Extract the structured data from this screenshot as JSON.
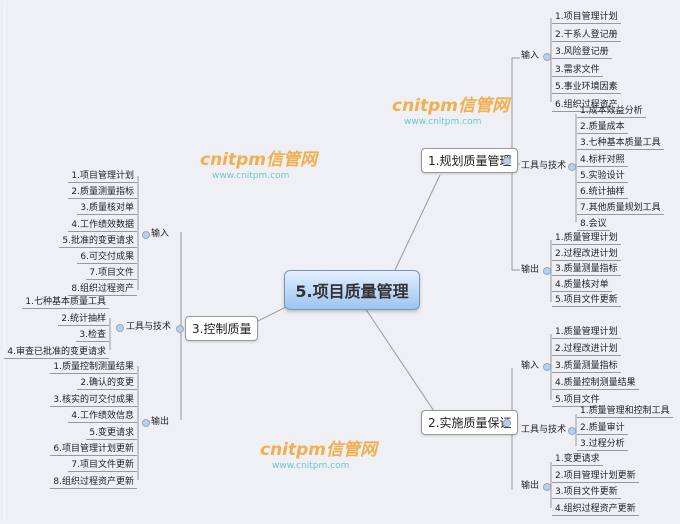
{
  "central": {
    "label": "5.项目质量管理"
  },
  "branches": {
    "plan": {
      "label": "1.规划质量管理",
      "input": {
        "label": "输入",
        "items": [
          "1.项目管理计划",
          "2.干系人登记册",
          "3.风险登记册",
          "3.需求文件",
          "5.事业环境因素",
          "6.组织过程资产"
        ]
      },
      "tools": {
        "label": "工具与技术",
        "items": [
          "1.成本效益分析",
          "2.质量成本",
          "3.七种基本质量工具",
          "4.标杆对照",
          "5.实验设计",
          "6.统计抽样",
          "7.其他质量规划工具",
          "8.会议"
        ]
      },
      "output": {
        "label": "输出",
        "items": [
          "1.质量管理计划",
          "2.过程改进计划",
          "3.质量测量指标",
          "4.质量核对单",
          "5.项目文件更新"
        ]
      }
    },
    "assure": {
      "label": "2.实施质量保证",
      "input": {
        "label": "输入",
        "items": [
          "1.质量管理计划",
          "2.过程改进计划",
          "3.质量测量指标",
          "4.质量控制测量结果",
          "5.项目文件"
        ]
      },
      "tools": {
        "label": "工具与技术",
        "items": [
          "1.质量管理和控制工具",
          "2.质量审计",
          "3.过程分析"
        ]
      },
      "output": {
        "label": "输出",
        "items": [
          "1.变更请求",
          "2.项目管理计划更新",
          "3.项目文件更新",
          "4.组织过程资产更新"
        ]
      }
    },
    "control": {
      "label": "3.控制质量",
      "input": {
        "label": "输入",
        "items": [
          "1.项目管理计划",
          "2.质量测量指标",
          "3.质量核对单",
          "4.工作绩效数据",
          "5.批准的变更请求",
          "6.可交付成果",
          "7.项目文件",
          "8.组织过程资产"
        ]
      },
      "tools": {
        "label": "工具与技术",
        "items": [
          "1.七种基本质量工具",
          "2.统计抽样",
          "3.检查",
          "4.审查已批准的变更请求"
        ]
      },
      "output": {
        "label": "输出",
        "items": [
          "1.质量控制测量结果",
          "2.确认的变更",
          "3.核实的可交付成果",
          "4.工作绩效信息",
          "5.变更请求",
          "6.项目管理计划更新",
          "7.项目文件更新",
          "8.组织过程资产更新"
        ]
      }
    }
  },
  "watermarks": [
    {
      "main": "cnitpm信管网",
      "sub": "www.cnitpm.com"
    },
    {
      "main": "cnitpm信管网",
      "sub": "www.cnitpm.com"
    },
    {
      "main": "cnitpm信管网",
      "sub": "www.cnitpm.com"
    }
  ],
  "colors": {
    "background": "#eef0f5",
    "central_top": "#e4efff",
    "central_bottom": "#9dc3f0",
    "watermark": "#f2a431",
    "watermark_sub": "#3fb8c0"
  }
}
